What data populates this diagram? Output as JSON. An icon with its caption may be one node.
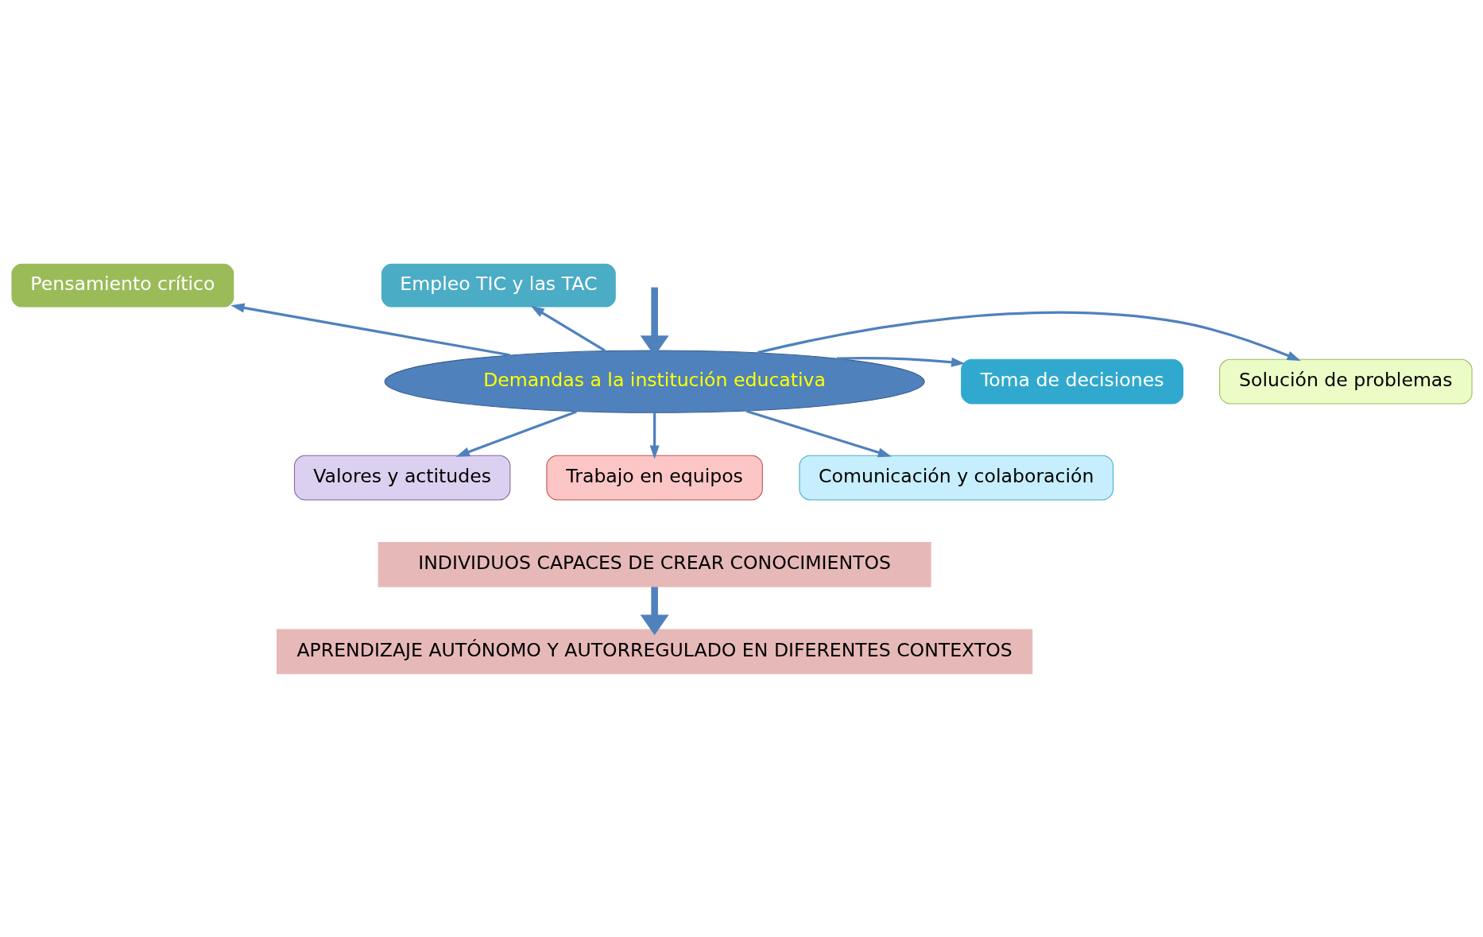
{
  "diagram": {
    "nodes": [
      {
        "text": [
          "Demandas a la institución educativa"
        ]
      },
      {
        "text": [
          "Solución de problemas"
        ]
      },
      {
        "text": [
          "Toma de decisiones"
        ]
      },
      {
        "text": [
          "Pensamiento crítico"
        ]
      },
      {
        "text": [
          "Empleo TIC y las TAC"
        ]
      },
      {
        "text": [
          "Valores y actitudes"
        ]
      },
      {
        "text": [
          "Trabajo en equipos"
        ]
      },
      {
        "text": [
          "Comunicación y colaboración"
        ]
      },
      {
        "text": [
          "INDIVIDUOS CAPACES DE CREAR CONOCIMIENTOS"
        ]
      },
      {
        "text": [
          "APRENDIZAJE AUTÓNOMO Y AUTORREGULADO EN DIFERENTES CONTEXTOS"
        ]
      }
    ],
    "edges": [
      {
        "from": null,
        "to": 0,
        "arrow": "to",
        "style": "thick"
      },
      {
        "from": 0,
        "to": 1,
        "arrow": "to"
      },
      {
        "from": 0,
        "to": 2,
        "arrow": "to"
      },
      {
        "from": 0,
        "to": 3,
        "arrow": "to"
      },
      {
        "from": 0,
        "to": 4,
        "arrow": "to"
      },
      {
        "from": 0,
        "to": 5,
        "arrow": "to"
      },
      {
        "from": 0,
        "to": 6,
        "arrow": "to"
      },
      {
        "from": 0,
        "to": 7,
        "arrow": "to"
      },
      {
        "from": 8,
        "to": 9,
        "arrow": "to",
        "style": "thick"
      }
    ]
  }
}
